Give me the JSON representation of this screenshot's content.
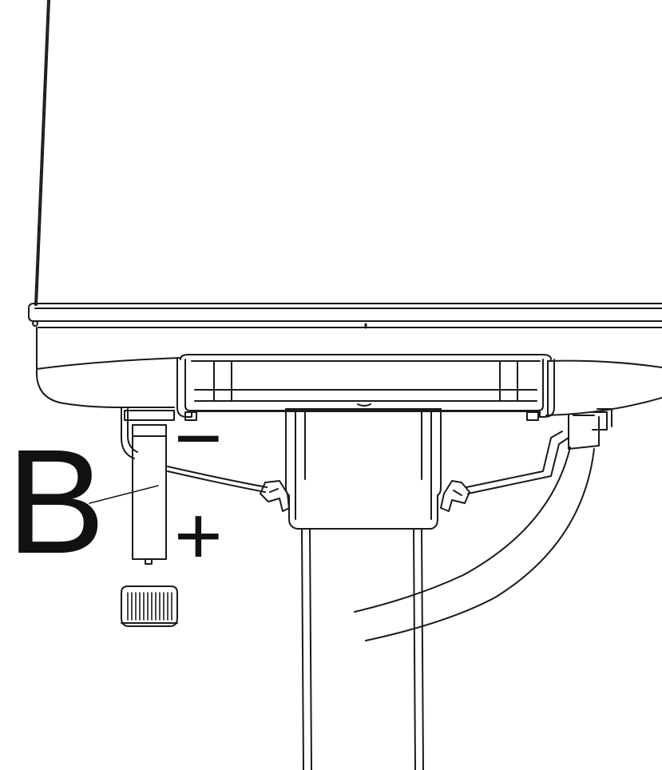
{
  "figure": {
    "callout_label": "B",
    "minus_sign": "−",
    "plus_sign": "+"
  },
  "colors": {
    "stroke": "#1a1a1a",
    "background": "#ffffff"
  },
  "components": [
    "panel-body",
    "battery",
    "battery-cap",
    "bracket",
    "mounting-pole",
    "cable"
  ]
}
